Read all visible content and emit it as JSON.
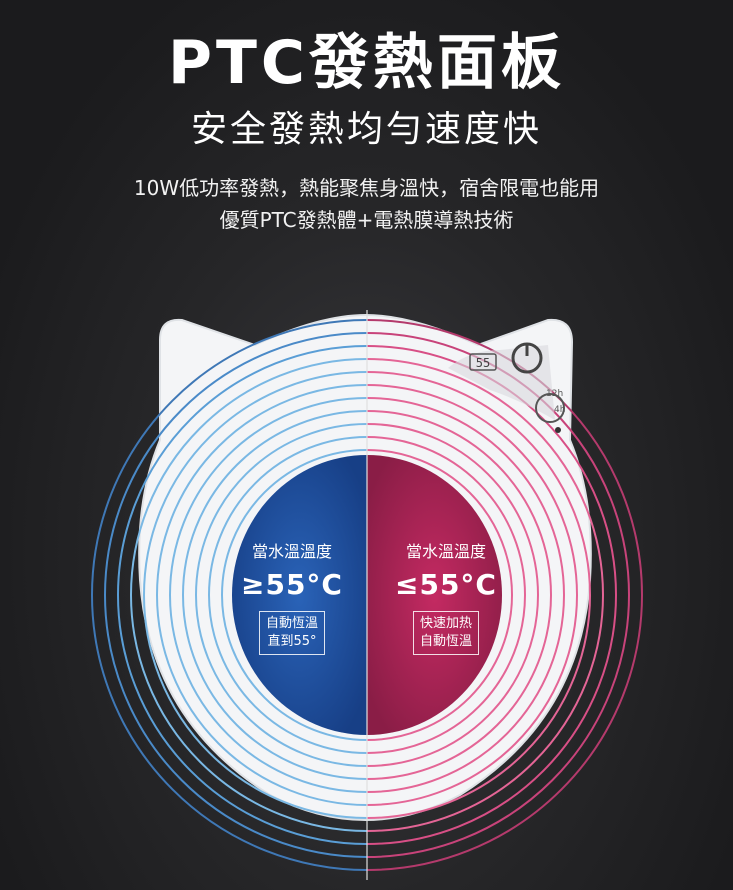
{
  "header": {
    "title": "PTC發熱面板",
    "subtitle": "安全發熱均勻速度快",
    "line1": "10W低功率發熱，熱能聚焦身溫快，宿舍限電也能用",
    "line2": "優質PTC發熱體+電熱膜導熱技術"
  },
  "device": {
    "display_value": "55",
    "timer_12h": "12h",
    "timer_4h": "4h"
  },
  "left_panel": {
    "condition": "當水溫溫度",
    "temp": "≥55°C",
    "note_line1": "自動恆溫",
    "note_line2": "直到55°"
  },
  "right_panel": {
    "condition": "當水溫溫度",
    "temp": "≤55°C",
    "note_line1": "快速加热",
    "note_line2": "自動恆溫"
  },
  "colors": {
    "background": "#1d1d1f",
    "cool_blue": "#1f4fa0",
    "warm_pink": "#d0306a",
    "ring_blue": "#6fb3e0",
    "ring_pink": "#e0508a"
  }
}
